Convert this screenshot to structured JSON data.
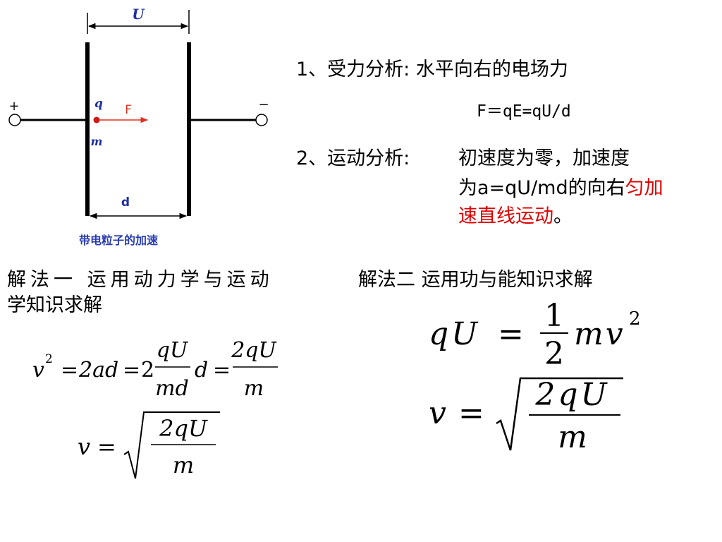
{
  "diagram": {
    "voltage_label": "U",
    "positive_sign": "+",
    "negative_sign": "−",
    "charge_label": "q",
    "mass_label": "m",
    "force_label": "F",
    "distance_label": "d",
    "caption": "带电粒子的加速",
    "colors": {
      "label_blue": "#1f2fa0",
      "force_red": "#e03020",
      "caption_blue": "#2a3cb0"
    }
  },
  "analysis": {
    "step1": "1、受力分析: 水平向右的电场力",
    "force_formula": "F＝qE=qU/d",
    "step2_prefix": "2、运动分析: ",
    "step2_line1": "初速度为零，加速度",
    "step2_line2_plain": "为a=qU/md的向右",
    "step2_line2_red": "匀加",
    "step2_line3_red": "速直线运动",
    "step2_line3_end": "。",
    "highlight_color": "#e00000"
  },
  "method1": {
    "title_line1": "解法一  运用动力学与运动",
    "title_line2": "学知识求解",
    "eq1": {
      "lhs": "v",
      "lhs_exp": "2",
      "eq": "=",
      "t1": "2ad",
      "t2": "2",
      "frac1_num": "qU",
      "frac1_den": "md",
      "d": "d",
      "frac2_num": "2qU",
      "frac2_den": "m"
    },
    "eq2": {
      "lhs": "v",
      "eq": "=",
      "num": "2qU",
      "den": "m"
    }
  },
  "method2": {
    "title": "解法二  运用功与能知识求解",
    "eq1": {
      "lhs": "qU",
      "eq": "=",
      "num": "1",
      "den": "2",
      "rhs": "mv",
      "exp": "2"
    },
    "eq2": {
      "lhs": "v",
      "eq": "=",
      "num": "2qU",
      "den": "m"
    }
  }
}
